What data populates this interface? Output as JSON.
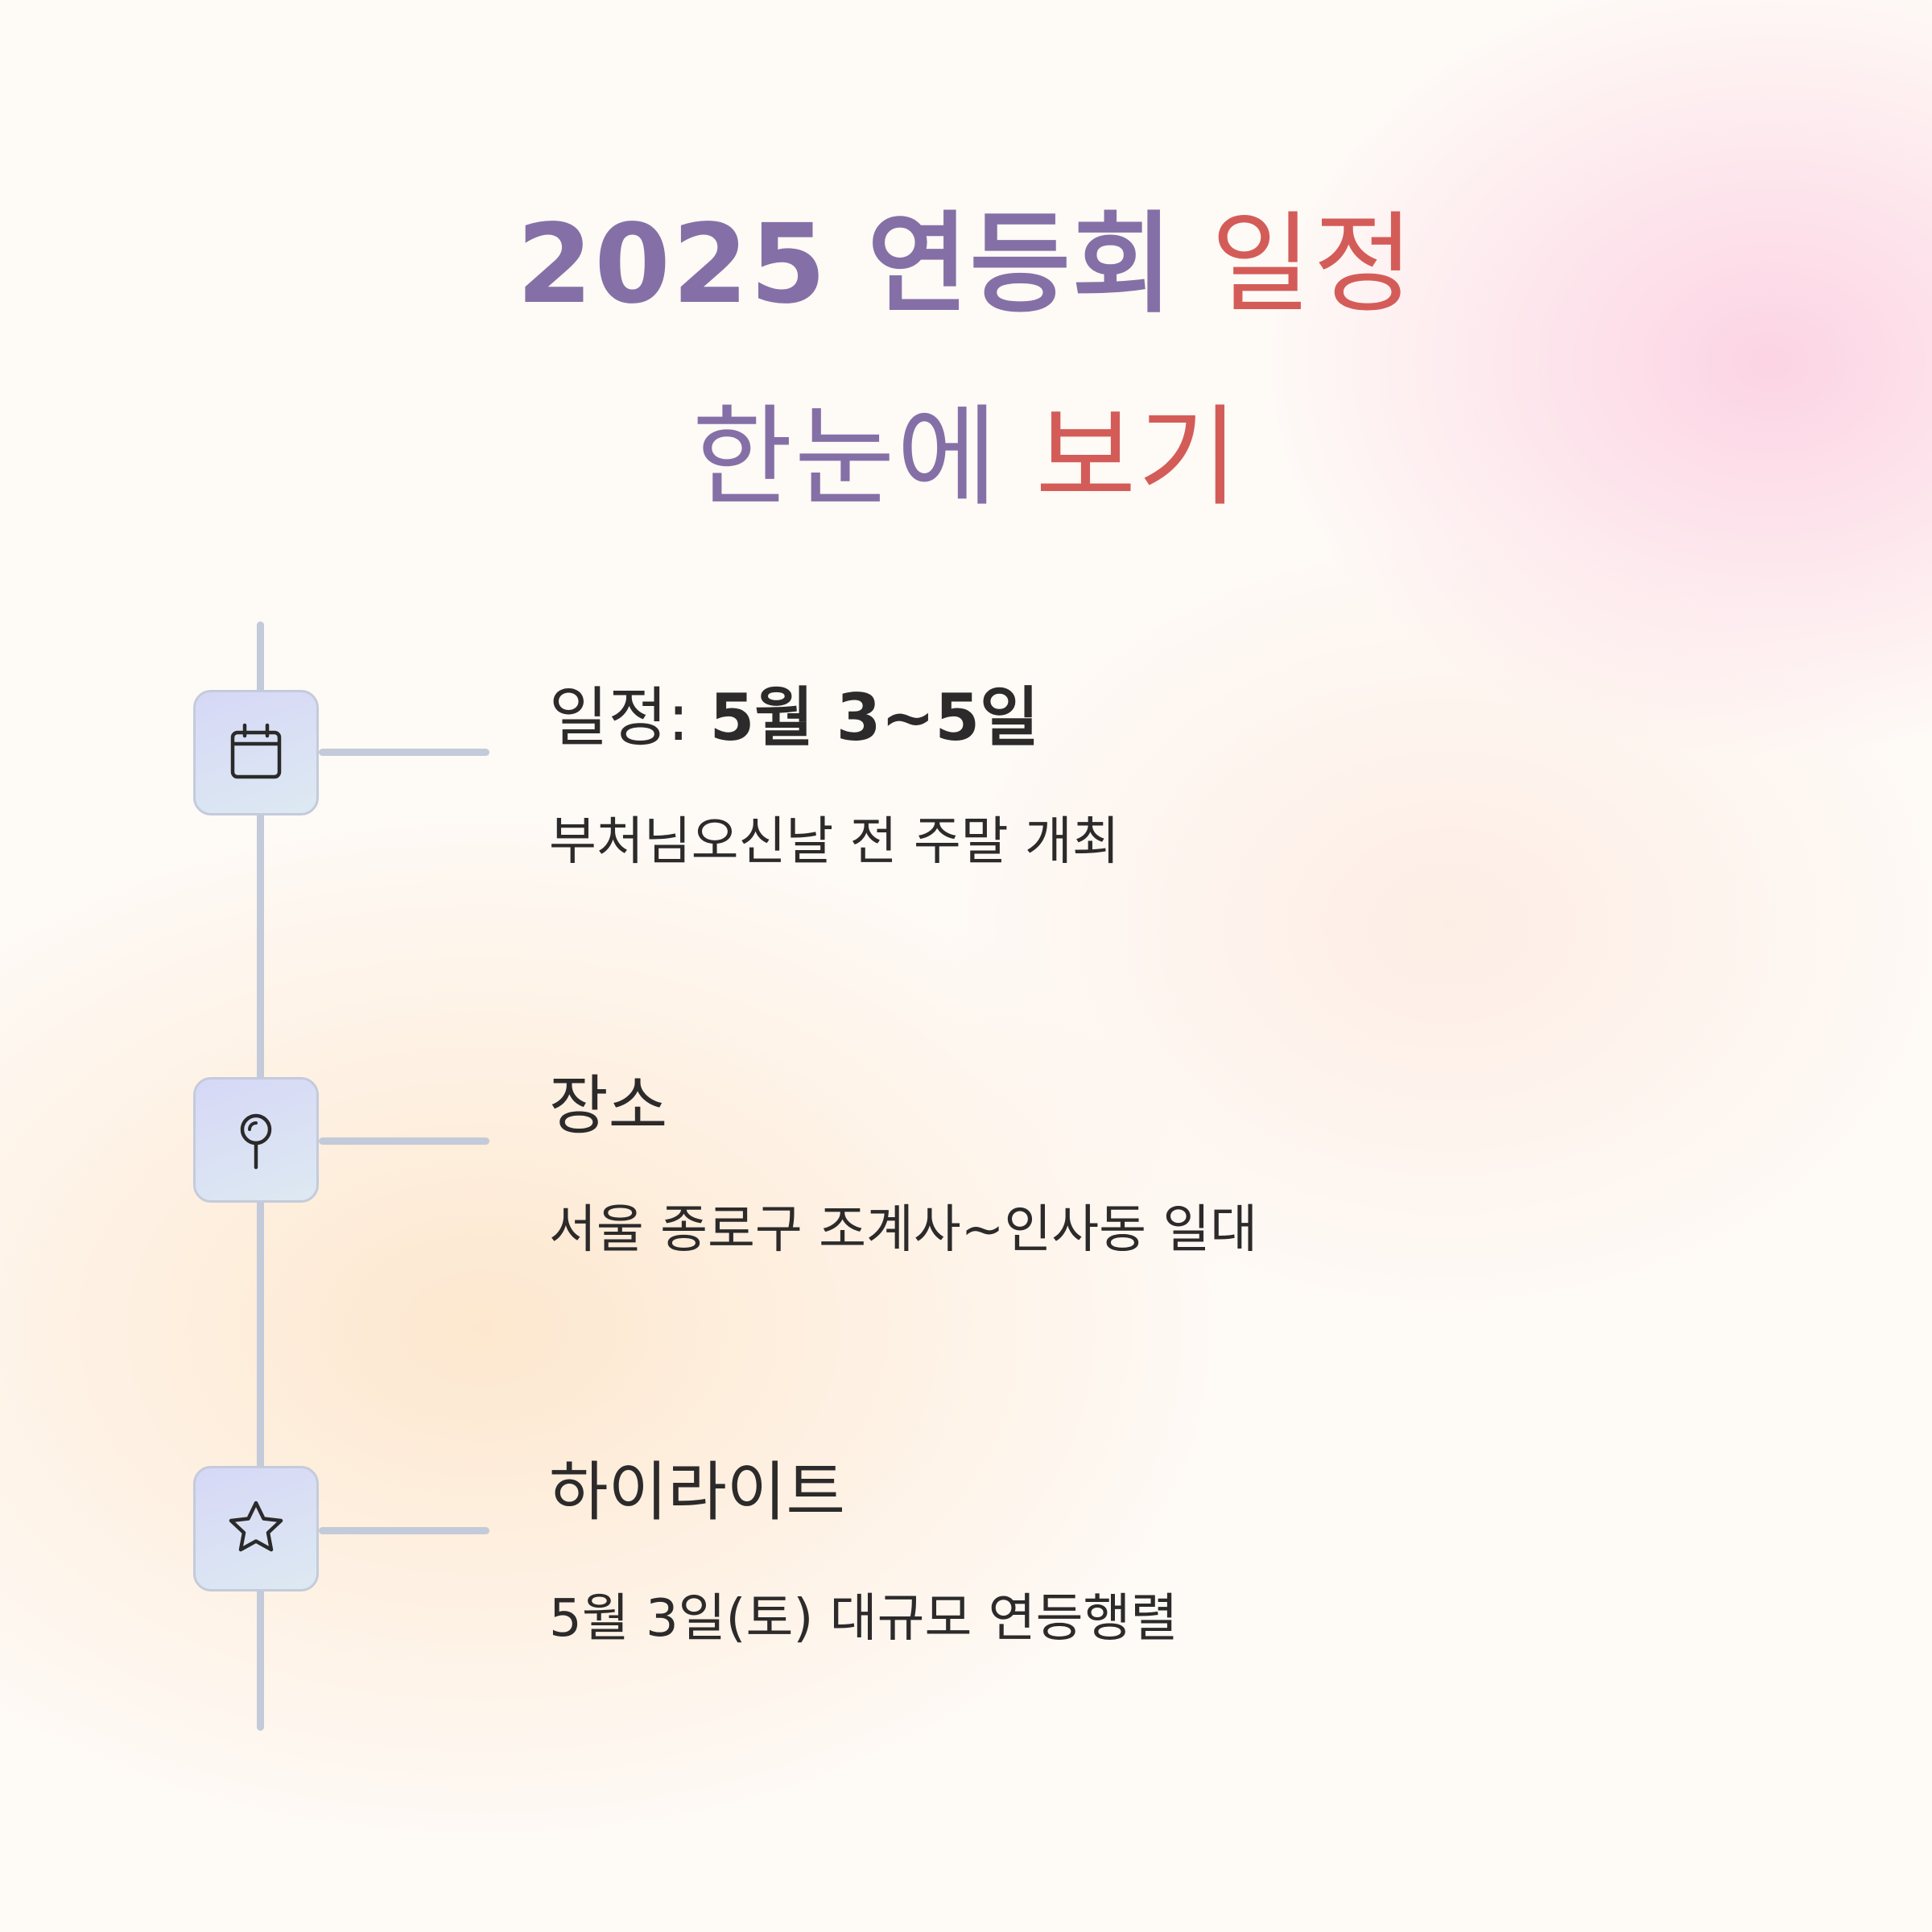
{
  "header": {
    "line1_a": "2025 연등회",
    "line1_b": "일정",
    "line2_a": "한눈에",
    "line2_b": "보기"
  },
  "timeline": [
    {
      "icon": "calendar-icon",
      "title_prefix": "일정:",
      "title_value": "5월 3~5일",
      "description": "부처님오신날 전 주말 개최"
    },
    {
      "icon": "map-pin-icon",
      "title_prefix": "장소",
      "title_value": "",
      "description": "서울 종로구 조계사~인사동 일대"
    },
    {
      "icon": "star-icon",
      "title_prefix": "하이라이트",
      "title_value": "",
      "description": "5월 3일(토) 대규모 연등행렬"
    }
  ],
  "colors": {
    "title_purple": "#8470a6",
    "title_red": "#d45c58",
    "line": "#c3cad9",
    "text": "#2c2a2a"
  }
}
